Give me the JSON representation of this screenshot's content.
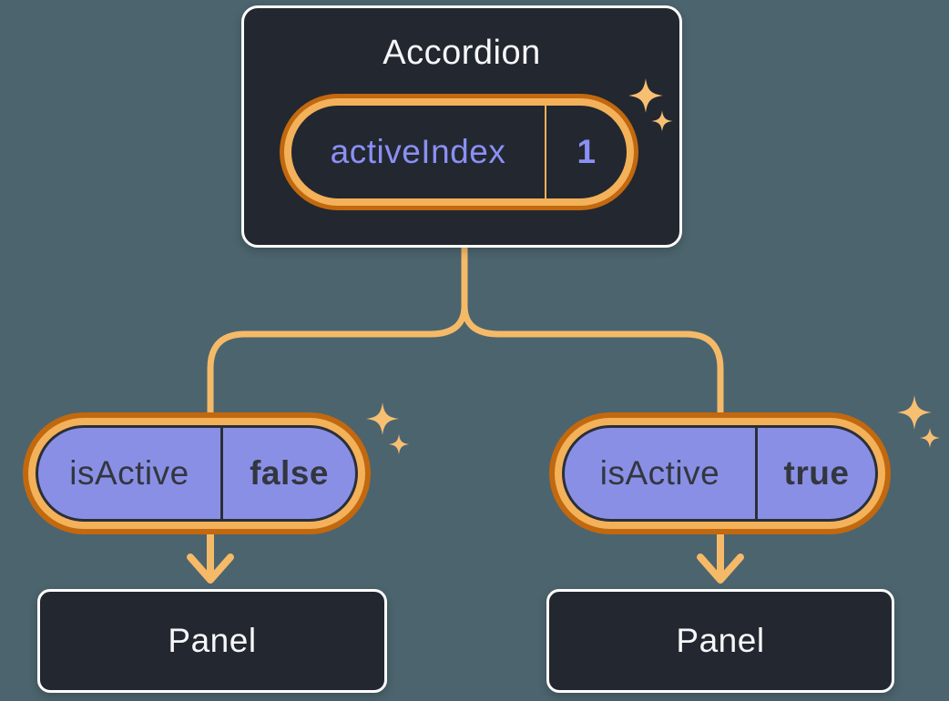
{
  "diagram": {
    "description": "Component tree diagram: Accordion holds activeIndex state, passes isActive props to two Panels",
    "background_color": "#4C646E",
    "colors": {
      "node_fill": "#23272F",
      "node_border": "#FFFFFF",
      "connector_orange": "#F5BA68",
      "ring_orange_light": "#F3B15A",
      "ring_orange_dark": "#C2680F",
      "pill_purple_fill": "#8A8FE6",
      "purple_text": "#8A90F4",
      "dark_text": "#32373F",
      "light_text": "#F6F7F9",
      "sparkle": "#F7BF72"
    },
    "icons": {
      "sparkle": "four-point-star",
      "arrow": "chevron-down-arrow"
    },
    "accordion": {
      "title": "Accordion",
      "state_pill": {
        "label": "activeIndex",
        "value": "1"
      }
    },
    "children": [
      {
        "prop_pill": {
          "label": "isActive",
          "value": "false"
        },
        "panel": {
          "title": "Panel"
        }
      },
      {
        "prop_pill": {
          "label": "isActive",
          "value": "true"
        },
        "panel": {
          "title": "Panel"
        }
      }
    ]
  }
}
